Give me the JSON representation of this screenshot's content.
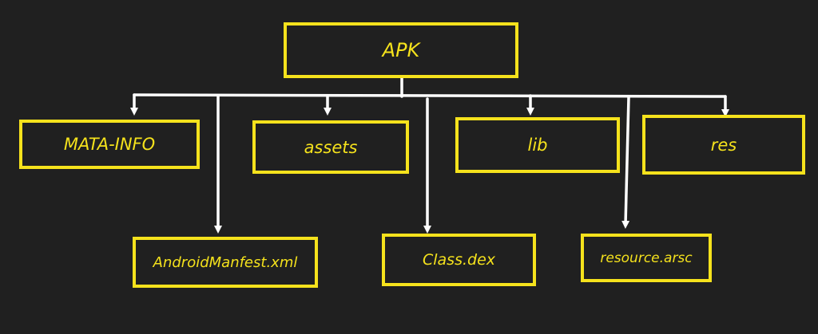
{
  "colors": {
    "background": "#202020",
    "box": "#f5e21c",
    "connector": "#ffffff"
  },
  "diagram": {
    "root": "APK",
    "first_row": [
      "MATA-INFO",
      "assets",
      "lib",
      "res"
    ],
    "second_row": [
      "AndroidManfest.xml",
      "Class.dex",
      "resource.arsc"
    ]
  }
}
